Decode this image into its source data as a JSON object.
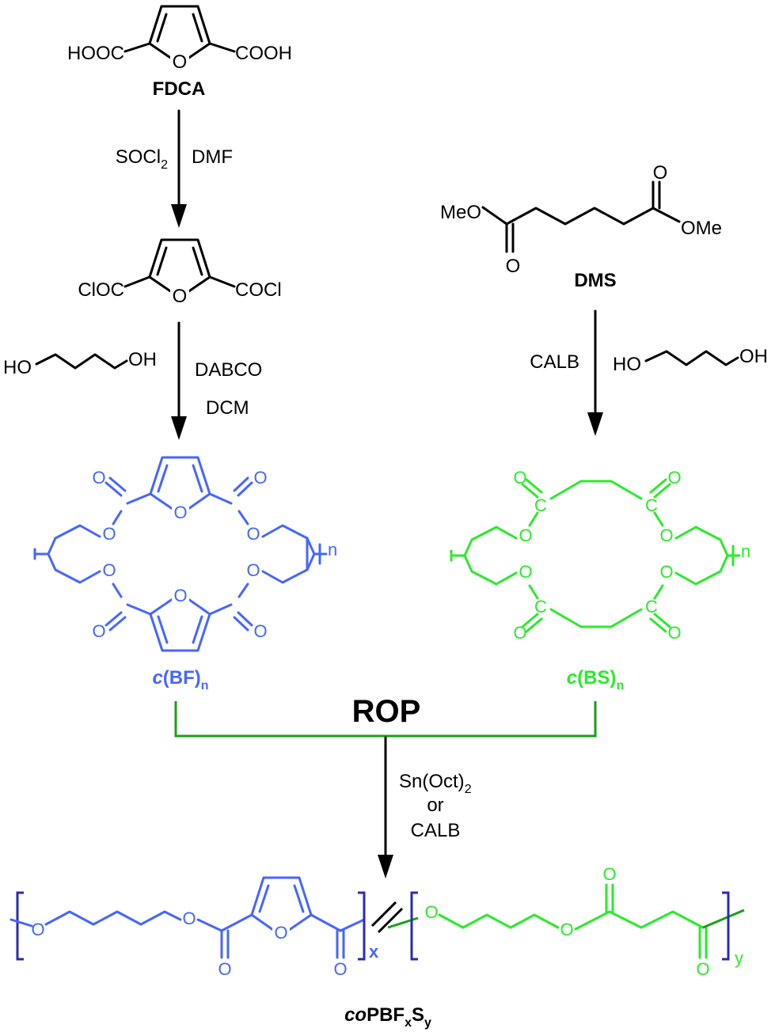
{
  "colors": {
    "black": "#000000",
    "blue": "#4666ff",
    "green": "#2bea2b",
    "rop_line": "#1a9e1a",
    "bracket_blue": "#2b2bb0"
  },
  "fdca": {
    "left_group": "HOOC",
    "right_group": "COOH",
    "ring_o": "O",
    "label": "FDCA"
  },
  "step1": {
    "reagent_main": "SOCl",
    "reagent_sub": "2",
    "solvent": "DMF"
  },
  "acid_chloride": {
    "left_group": "ClOC",
    "right_group": "COCl",
    "ring_o": "O"
  },
  "butanediol": {
    "left_oh": "HO",
    "right_oh": "OH"
  },
  "step2": {
    "base": "DABCO",
    "solvent": "DCM"
  },
  "dms": {
    "left_group": "MeO",
    "right_group": "OMe",
    "carbonyl_o": "O",
    "label": "DMS"
  },
  "step3": {
    "catalyst": "CALB"
  },
  "cbf": {
    "atom_o": "O",
    "repeat": "n",
    "label_prefix": "c",
    "label_main": "(BF)",
    "label_sub": "n"
  },
  "cbs": {
    "atom_o": "O",
    "atom_c": "C",
    "repeat": "n",
    "label_prefix": "c",
    "label_main": "(BS)",
    "label_sub": "n"
  },
  "rop": {
    "title": "ROP",
    "catalyst_main": "Sn(Oct)",
    "catalyst_sub": "2",
    "or": "or",
    "catalyst_alt": "CALB"
  },
  "copolymer": {
    "atom_o": "O",
    "sub_x": "x",
    "sub_y": "y",
    "label_prefix": "co",
    "label_main": "PBF",
    "label_sub1": "x",
    "label_mid": "S",
    "label_sub2": "y"
  }
}
